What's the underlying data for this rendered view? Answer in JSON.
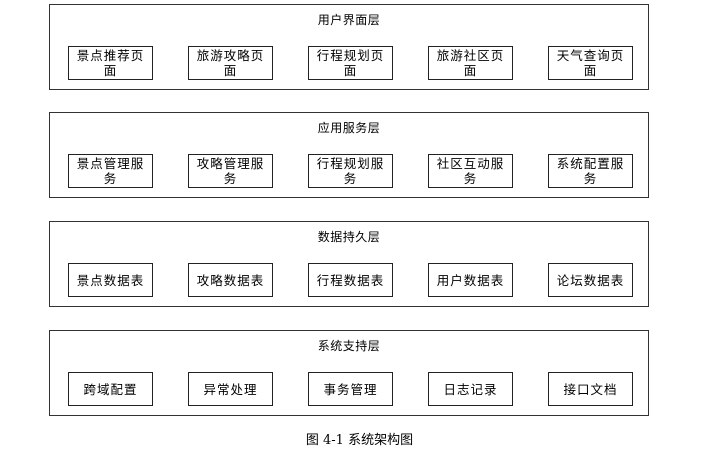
{
  "layers": [
    {
      "title": "用户界面层",
      "modules": [
        "景点推荐页面",
        "旅游攻略页面",
        "行程规划页面",
        "旅游社区页面",
        "天气查询页面"
      ]
    },
    {
      "title": "应用服务层",
      "modules": [
        "景点管理服务",
        "攻略管理服务",
        "行程规划服务",
        "社区互动服务",
        "系统配置服务"
      ]
    },
    {
      "title": "数据持久层",
      "modules": [
        "景点数据表",
        "攻略数据表",
        "行程数据表",
        "用户数据表",
        "论坛数据表"
      ]
    },
    {
      "title": "系统支持层",
      "modules": [
        "跨域配置",
        "异常处理",
        "事务管理",
        "日志记录",
        "接口文档"
      ]
    }
  ],
  "caption": "图 4-1 系统架构图"
}
